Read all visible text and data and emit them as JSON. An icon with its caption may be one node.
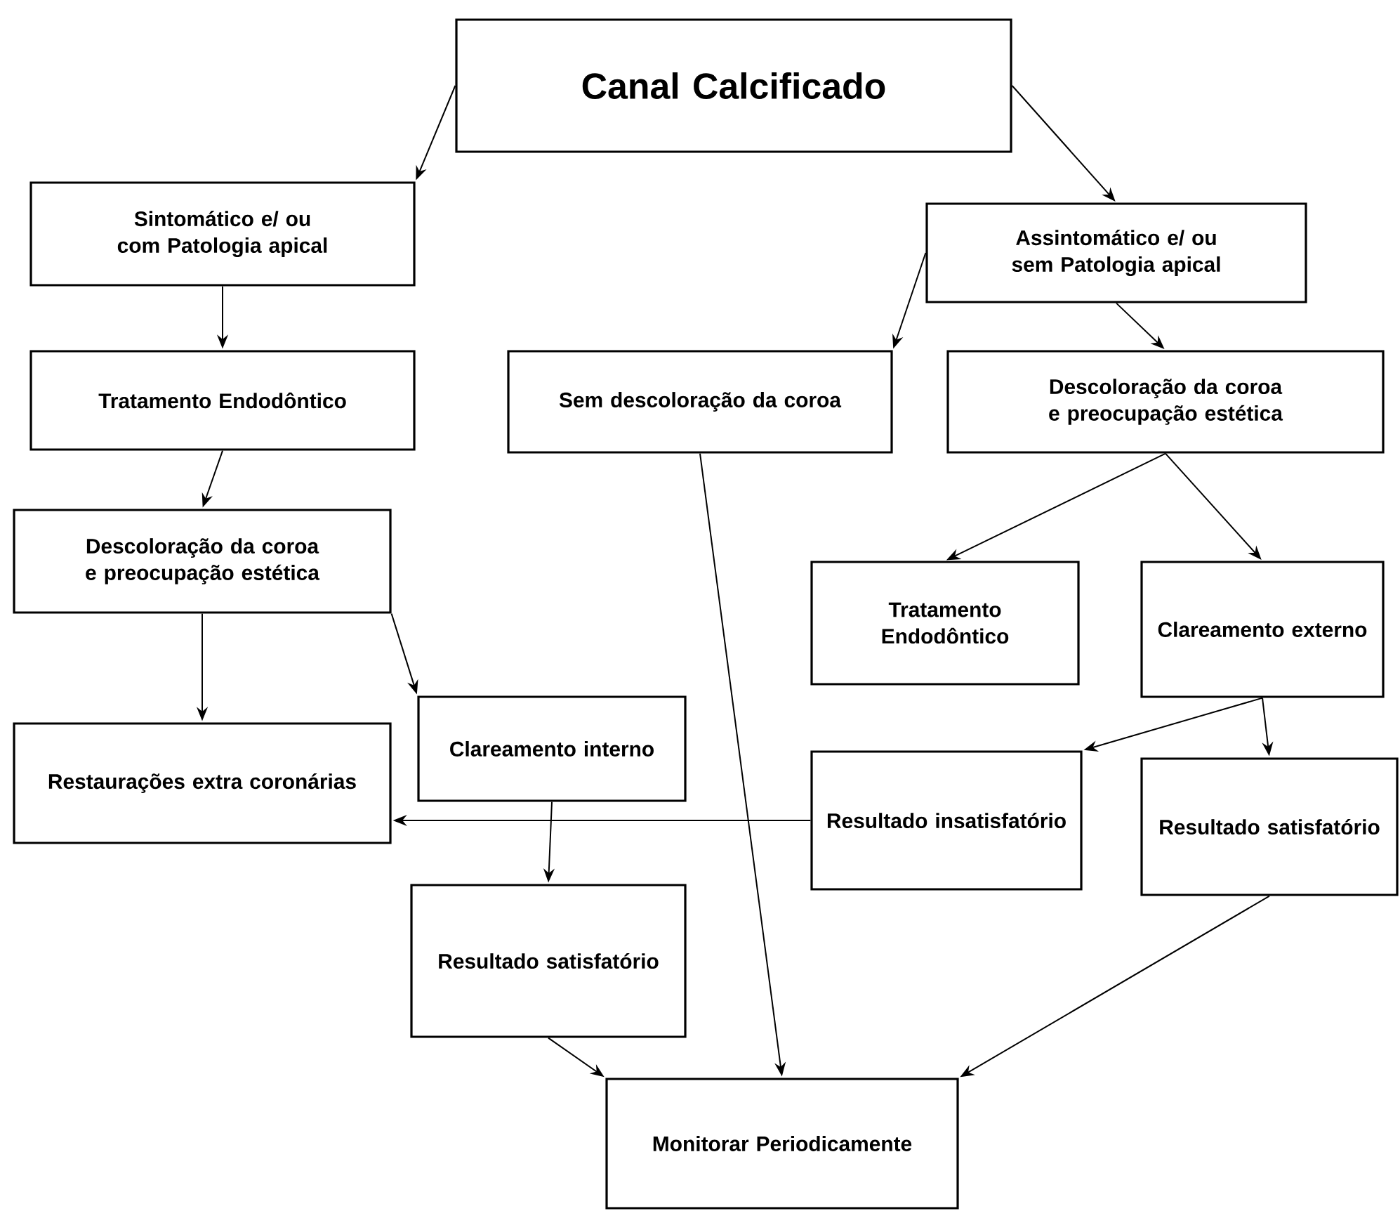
{
  "diagram": {
    "nodes": [
      {
        "text": [
          "Canal Calcificado"
        ]
      },
      {
        "text": [
          "Sintomático e/ ou com Patologia apical"
        ]
      },
      {
        "text": [
          "Assintomático e/ ou sem Patologia apical"
        ]
      },
      {
        "text": [
          "Tratamento Endodôntico"
        ]
      },
      {
        "text": [
          "Sem descoloração da coroa"
        ]
      },
      {
        "text": [
          "Descoloração da coroa e preocupação estética"
        ]
      },
      {
        "text": [
          "Descoloração da coroa e preocupação estética"
        ]
      },
      {
        "text": [
          "Tratamento Endodôntico"
        ]
      },
      {
        "text": [
          "Clareamento externo"
        ]
      },
      {
        "text": [
          "Restaurações extra coronárias"
        ]
      },
      {
        "text": [
          "Clareamento interno"
        ]
      },
      {
        "text": [
          "Resultado insatisfatório"
        ]
      },
      {
        "text": [
          "Resultado satisfatório"
        ]
      },
      {
        "text": [
          "Resultado satisfatório"
        ]
      },
      {
        "text": [
          "Monitorar Periodicamente"
        ]
      }
    ],
    "edges": [
      {
        "from": 0,
        "to": 1,
        "arrow": "to"
      },
      {
        "from": 0,
        "to": 2,
        "arrow": "to"
      },
      {
        "from": 1,
        "to": 3,
        "arrow": "to"
      },
      {
        "from": 2,
        "to": 4,
        "arrow": "to"
      },
      {
        "from": 2,
        "to": 5,
        "arrow": "to"
      },
      {
        "from": 3,
        "to": 6,
        "arrow": "to"
      },
      {
        "from": 6,
        "to": 9,
        "arrow": "to"
      },
      {
        "from": 6,
        "to": 10,
        "arrow": "to"
      },
      {
        "from": 5,
        "to": 7,
        "arrow": "to"
      },
      {
        "from": 5,
        "to": 8,
        "arrow": "to"
      },
      {
        "from": 8,
        "to": 11,
        "arrow": "to"
      },
      {
        "from": 8,
        "to": 12,
        "arrow": "to"
      },
      {
        "from": 11,
        "to": 9,
        "arrow": "to"
      },
      {
        "from": 10,
        "to": 13,
        "arrow": "to"
      },
      {
        "from": 4,
        "to": 14,
        "arrow": "to"
      },
      {
        "from": 13,
        "to": 14,
        "arrow": "to"
      },
      {
        "from": 12,
        "to": 14,
        "arrow": "to"
      }
    ]
  }
}
